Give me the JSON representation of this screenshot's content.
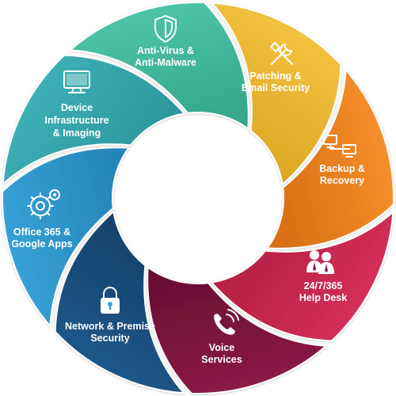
{
  "segments": [
    {
      "lines": [
        "Anti-Virus &",
        "Anti-Malware"
      ],
      "icon": "shield-icon",
      "color": "#f5c542",
      "shade": "#d9a520"
    },
    {
      "lines": [
        "Patching &",
        "Email Security"
      ],
      "icon": "tools-icon",
      "color": "#f7902d",
      "shade": "#d96f12"
    },
    {
      "lines": [
        "Backup &",
        "Recovery"
      ],
      "icon": "network-computers-icon",
      "color": "#d9325a",
      "shade": "#b01d42"
    },
    {
      "lines": [
        "24/7/365",
        "Help Desk"
      ],
      "icon": "support-people-icon",
      "color": "#8c1b47",
      "shade": "#6a0f33"
    },
    {
      "lines": [
        "Voice",
        "Services"
      ],
      "icon": "phone-icon",
      "color": "#1f5a8e",
      "shade": "#143f66"
    },
    {
      "lines": [
        "Network & Premise",
        "Security"
      ],
      "icon": "lock-icon",
      "color": "#37a3d8",
      "shade": "#2585b8"
    },
    {
      "lines": [
        "Office 365 &",
        "Google Apps"
      ],
      "icon": "gears-icon",
      "color": "#3fb3b8",
      "shade": "#2a9398"
    },
    {
      "lines": [
        "Device",
        "Infrastructure",
        "& Imaging"
      ],
      "icon": "monitor-icon",
      "color": "#4fc6a8",
      "shade": "#36a78b"
    }
  ]
}
